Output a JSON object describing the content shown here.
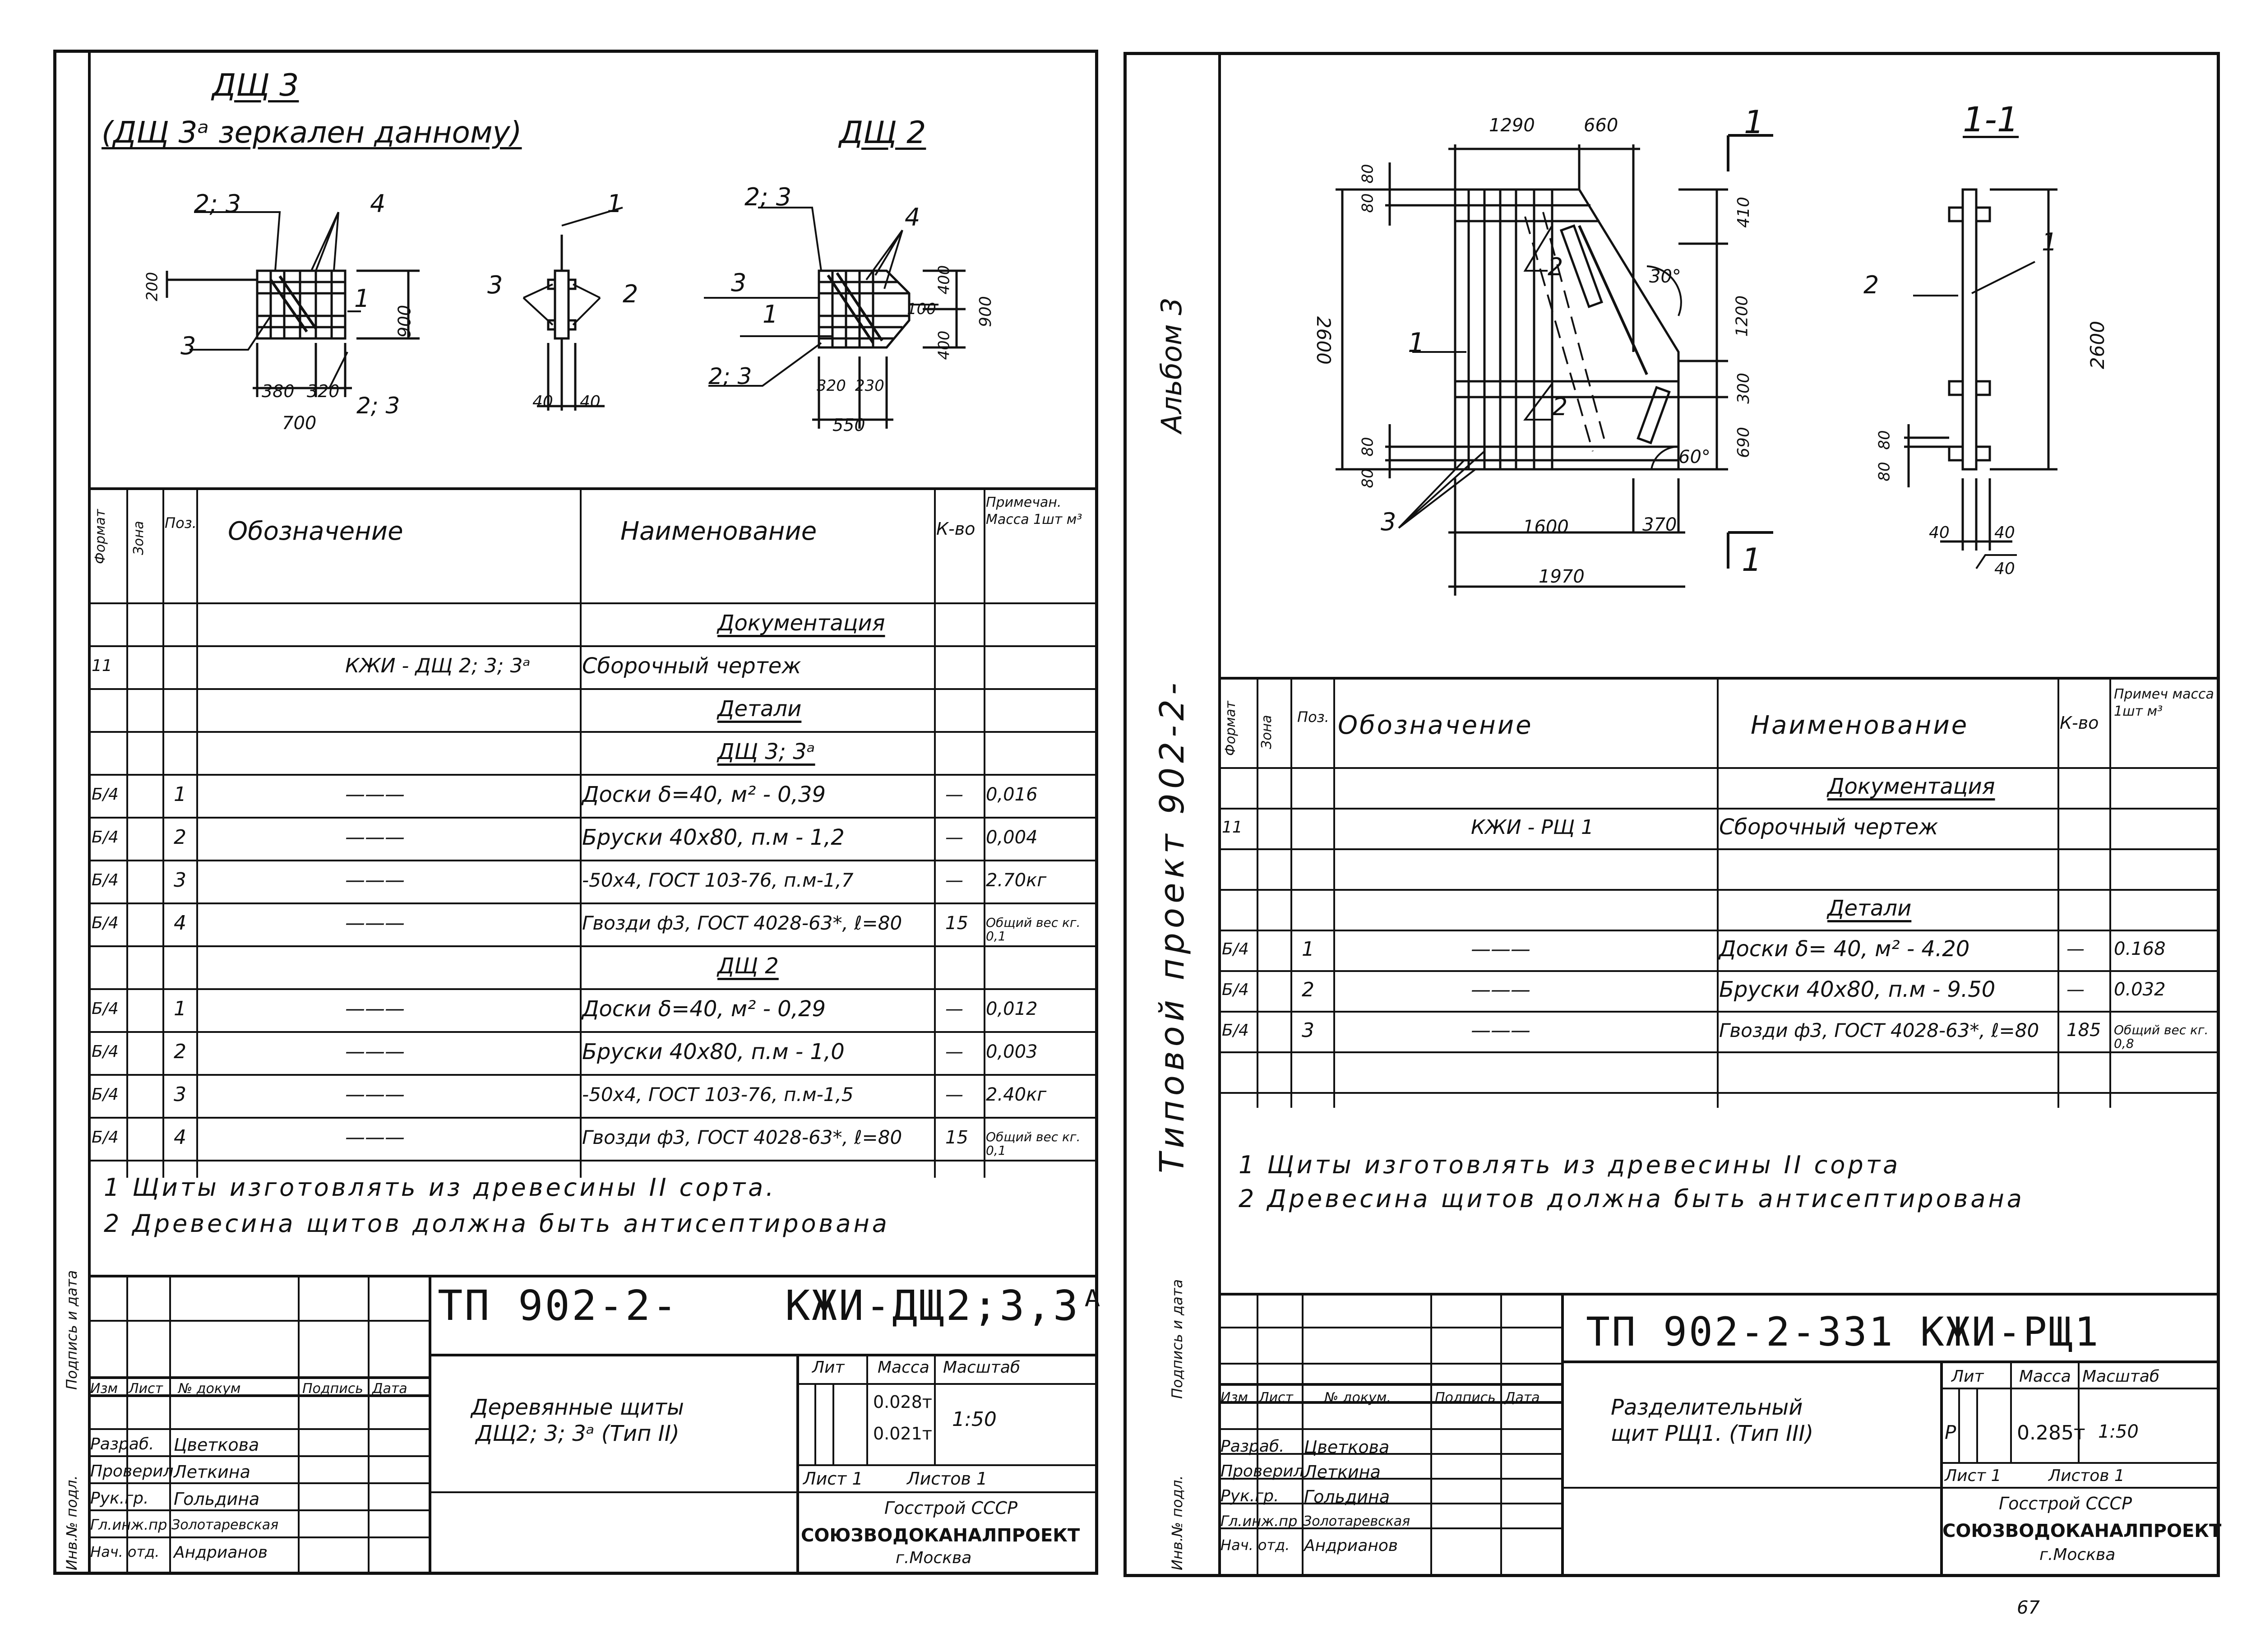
{
  "left": {
    "title_main": "ДЩ 3",
    "title_sub": "(ДЩ 3ᵃ зеркален данному)",
    "title_right": "ДЩ 2",
    "drawing_labels": {
      "l1": "2; 3",
      "l2": "4",
      "l3": "200",
      "l4": "1",
      "l5": "900",
      "l6": "3",
      "l7": "380",
      "l8": "320",
      "l9": "2; 3",
      "l10": "700",
      "m1": "1",
      "m2": "3",
      "m3": "2",
      "m4": "40",
      "m5": "40",
      "r1": "2; 3",
      "r2": "4",
      "r3": "3",
      "r4": "1",
      "r5": "400",
      "r6": "100",
      "r7": "900",
      "r8": "400",
      "r9": "2; 3",
      "r10": "320",
      "r11": "230",
      "r12": "550"
    },
    "table": {
      "headers": {
        "format": "Формат",
        "zone": "Зона",
        "pos": "Поз.",
        "designation": "Обозначение",
        "name": "Наименование",
        "qty": "К-во",
        "note": "Примечан. Масса 1шт м³"
      },
      "rows": [
        {
          "f": "",
          "pos": "",
          "des": "",
          "name": "Документация",
          "qty": "",
          "note": "",
          "u": true
        },
        {
          "f": "11",
          "pos": "",
          "des": "КЖИ - ДЩ 2; 3; 3ᵃ",
          "name": "Сборочный чертеж",
          "qty": "",
          "note": ""
        },
        {
          "f": "",
          "pos": "",
          "des": "",
          "name": "Детали",
          "qty": "",
          "note": "",
          "u": true
        },
        {
          "f": "",
          "pos": "",
          "des": "",
          "name": "ДЩ 3; 3ᵃ",
          "qty": "",
          "note": "",
          "u": true
        },
        {
          "f": "Б/4",
          "pos": "1",
          "des": "———",
          "name": "Доски δ=40, м² - 0,39",
          "qty": "—",
          "note": "0,016"
        },
        {
          "f": "Б/4",
          "pos": "2",
          "des": "———",
          "name": "Бруски 40х80, п.м - 1,2",
          "qty": "—",
          "note": "0,004"
        },
        {
          "f": "Б/4",
          "pos": "3",
          "des": "———",
          "name": "-50х4, ГОСТ 103-76, п.м-1,7",
          "qty": "—",
          "note": "2.70кг"
        },
        {
          "f": "Б/4",
          "pos": "4",
          "des": "———",
          "name": "Гвозди ф3, ГОСТ 4028-63*, ℓ=80",
          "qty": "15",
          "note": "Общий вес кг. 0,1"
        },
        {
          "f": "",
          "pos": "",
          "des": "",
          "name": "ДЩ 2",
          "qty": "",
          "note": "",
          "u": true
        },
        {
          "f": "Б/4",
          "pos": "1",
          "des": "———",
          "name": "Доски δ=40, м² - 0,29",
          "qty": "—",
          "note": "0,012"
        },
        {
          "f": "Б/4",
          "pos": "2",
          "des": "———",
          "name": "Бруски 40х80, п.м - 1,0",
          "qty": "—",
          "note": "0,003"
        },
        {
          "f": "Б/4",
          "pos": "3",
          "des": "———",
          "name": "-50х4, ГОСТ 103-76, п.м-1,5",
          "qty": "—",
          "note": "2.40кг"
        },
        {
          "f": "Б/4",
          "pos": "4",
          "des": "———",
          "name": "Гвозди ф3, ГОСТ 4028-63*, ℓ=80",
          "qty": "15",
          "note": "Общий вес кг. 0,1"
        }
      ]
    },
    "notes": [
      "1 Щиты изготовлять из древесины II сорта.",
      "2 Древесина щитов должна быть антисептирована"
    ],
    "stamp": {
      "code1": "ТП 902-2-",
      "code2": "КЖИ-ДЩ2;3,3ᴬ",
      "title": "Деревянные щиты ДЩ2; 3; 3ᵃ (Тип II)",
      "hdr": [
        "Изм",
        "Лист",
        "№ докум",
        "Подпись",
        "Дата"
      ],
      "roles": [
        "Разраб.",
        "Проверил",
        "Рук.гр.",
        "Гл.инж.пр",
        "Нач. отд."
      ],
      "names": [
        "Цветкова",
        "Леткина",
        "Гольдина",
        "Золотаревская",
        "Андрианов"
      ],
      "lit": "Лит",
      "mass": "Масса",
      "scale": "Масштаб",
      "mass1": "0.028т",
      "mass2": "0.021т",
      "scale_val": "1:50",
      "sheet": "Лист 1",
      "sheets": "Листов 1",
      "org1": "Госстрой СССР",
      "org2": "СОЮЗВОДОКАНАЛПРОЕКТ",
      "org3": "г.Москва",
      "side1": "Подпись и дата",
      "side2": "Инв.№ подл."
    }
  },
  "right": {
    "vertical_text": "Типовой проект 902-2-",
    "album": "Альбом 3",
    "section_title": "1-1",
    "drawing_labels": {
      "d1290": "1290",
      "d660": "660",
      "d80a": "80",
      "d80b": "80",
      "d410": "410",
      "d2600": "2600",
      "d1200": "1200",
      "d300": "300",
      "d690": "690",
      "d80c": "80",
      "d80d": "80",
      "d1600": "1600",
      "d370": "370",
      "d1970": "1970",
      "a30": "30°",
      "a60": "60°",
      "p1a": "1",
      "p2": "2",
      "p2b": "2",
      "p3": "3",
      "s1a": "1",
      "s1b": "1",
      "sec2": "2",
      "sec1": "1",
      "sec2600": "2600",
      "sec80a": "80",
      "sec80b": "80",
      "sec40a": "40",
      "sec40b": "40",
      "sec40c": "40"
    },
    "table": {
      "headers": {
        "format": "Формат",
        "zone": "Зона",
        "pos": "Поз.",
        "designation": "Обозначение",
        "name": "Наименование",
        "qty": "К-во",
        "note": "Примеч масса 1шт м³"
      },
      "rows": [
        {
          "f": "",
          "pos": "",
          "des": "",
          "name": "Документация",
          "qty": "",
          "note": "",
          "u": true
        },
        {
          "f": "11",
          "pos": "",
          "des": "КЖИ - РЩ 1",
          "name": "Сборочный чертеж",
          "qty": "",
          "note": ""
        },
        {
          "f": "",
          "pos": "",
          "des": "",
          "name": "",
          "qty": "",
          "note": ""
        },
        {
          "f": "",
          "pos": "",
          "des": "",
          "name": "Детали",
          "qty": "",
          "note": "",
          "u": true
        },
        {
          "f": "Б/4",
          "pos": "1",
          "des": "———",
          "name": "Доски δ= 40, м² - 4.20",
          "qty": "—",
          "note": "0.168"
        },
        {
          "f": "Б/4",
          "pos": "2",
          "des": "———",
          "name": "Бруски 40х80, п.м - 9.50",
          "qty": "—",
          "note": "0.032"
        },
        {
          "f": "Б/4",
          "pos": "3",
          "des": "———",
          "name": "Гвозди ф3, ГОСТ 4028-63*, ℓ=80",
          "qty": "185",
          "note": "Общий вес кг. 0,8"
        },
        {
          "f": "",
          "pos": "",
          "des": "",
          "name": "",
          "qty": "",
          "note": ""
        }
      ]
    },
    "notes": [
      "1 Щиты изготовлять из древесины II сорта",
      "2 Древесина щитов должна быть антисептирована"
    ],
    "stamp": {
      "code": "ТП 902-2-331 КЖИ-РЩ1",
      "title": "Разделительный щит РЩ1. (Тип III)",
      "hdr": [
        "Изм",
        "Лист",
        "№ докум.",
        "Подпись",
        "Дата"
      ],
      "roles": [
        "Разраб.",
        "Проверил",
        "Рук.гр.",
        "Гл.инж.пр",
        "Нач. отд."
      ],
      "names": [
        "Цветкова",
        "Леткина",
        "Гольдина",
        "Золотаревская",
        "Андрианов"
      ],
      "lit": "Лит",
      "mass": "Масса",
      "scale": "Масштаб",
      "lit_val": "Р",
      "mass_val": "0.285т",
      "scale_val": "1:50",
      "sheet": "Лист 1",
      "sheets": "Листов 1",
      "org1": "Госстрой СССР",
      "org2": "СОЮЗВОДОКАНАЛПРОЕКТ",
      "org3": "г.Москва",
      "side1": "Подпись и дата",
      "side2": "Инв.№ подл."
    },
    "page_number": "67"
  }
}
